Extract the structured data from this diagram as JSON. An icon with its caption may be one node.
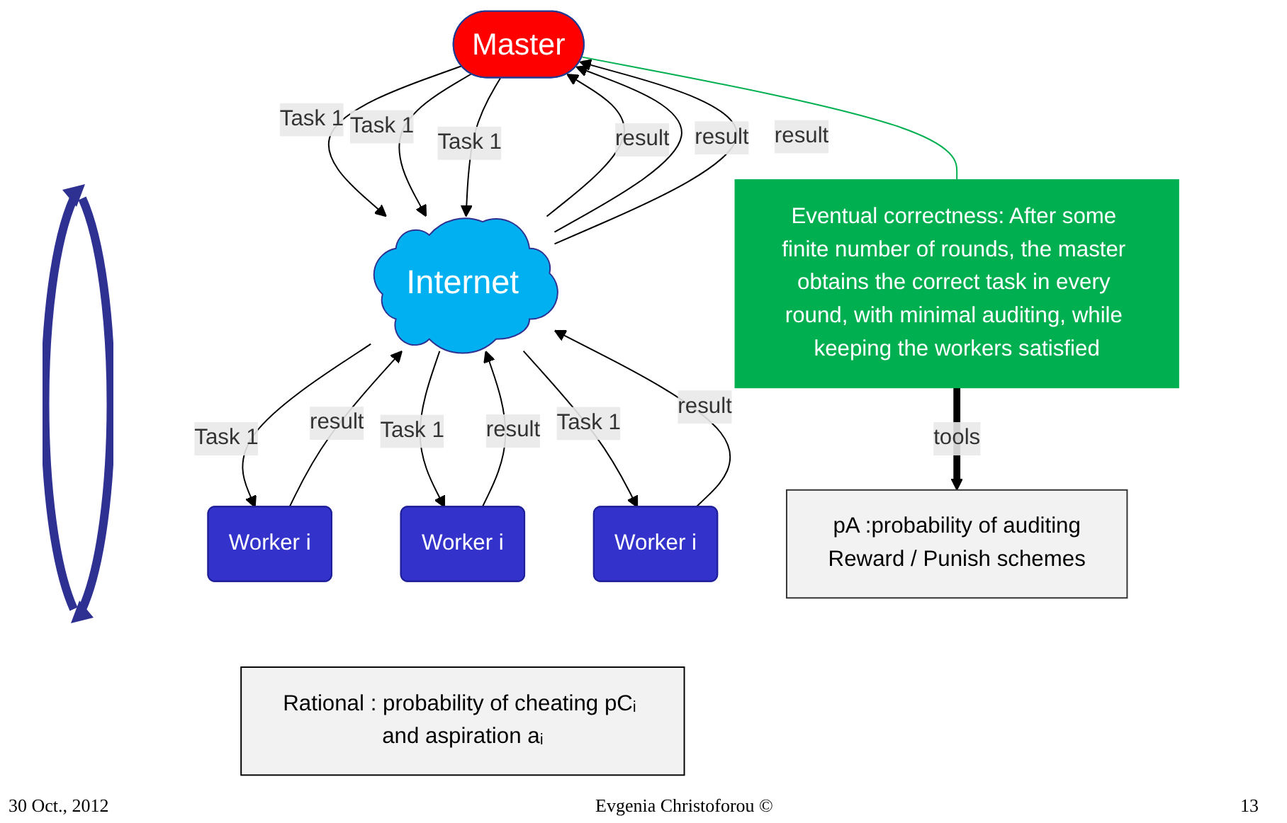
{
  "diagram": {
    "nodes": [
      {
        "text": [
          "Master"
        ]
      },
      {
        "text": [
          "Eventual correctness: After some finite number of rounds, the master obtains the correct task in every round, with minimal auditing, while keeping the workers satisfied"
        ]
      },
      {
        "text": [
          "Internet"
        ]
      },
      {
        "text": [
          "Worker i"
        ]
      },
      {
        "text": [
          "Worker i"
        ]
      },
      {
        "text": [
          "Worker i"
        ]
      },
      {
        "text": [
          "pA :probability of auditing",
          "Reward / Punish schemes"
        ]
      },
      {
        "text": [
          "Rational : probability of cheating pCᵢ and aspiration aᵢ"
        ]
      }
    ],
    "edges": [
      {
        "from": 0,
        "to": 2,
        "arrow": "to",
        "label": "Task 1"
      },
      {
        "from": 2,
        "to": 0,
        "arrow": "to",
        "label": "result"
      },
      {
        "from": 0,
        "to": 2,
        "arrow": "to",
        "label": "Task 1"
      },
      {
        "from": 2,
        "to": 0,
        "arrow": "to",
        "label": "result"
      },
      {
        "from": 0,
        "to": 2,
        "arrow": "to",
        "label": "Task 1"
      },
      {
        "from": 2,
        "to": 0,
        "arrow": "to",
        "label": "result"
      },
      {
        "from": 2,
        "to": 3,
        "arrow": "to",
        "label": "Task 1"
      },
      {
        "from": 3,
        "to": 2,
        "arrow": "to",
        "label": "result"
      },
      {
        "from": 2,
        "to": 4,
        "arrow": "to",
        "label": "Task 1"
      },
      {
        "from": 4,
        "to": 2,
        "arrow": "to",
        "label": "result"
      },
      {
        "from": 2,
        "to": 5,
        "arrow": "to",
        "label": "Task 1"
      },
      {
        "from": 5,
        "to": 2,
        "arrow": "to",
        "label": "result"
      },
      {
        "from": 0,
        "to": 1,
        "arrow": "none",
        "color": "#00b050"
      },
      {
        "from": 1,
        "to": 6,
        "arrow": "to",
        "label": "tools",
        "style": "thick"
      }
    ],
    "labels": [
      "30 Oct., 2012",
      "Evgenia Christoforou ©",
      "13"
    ]
  }
}
